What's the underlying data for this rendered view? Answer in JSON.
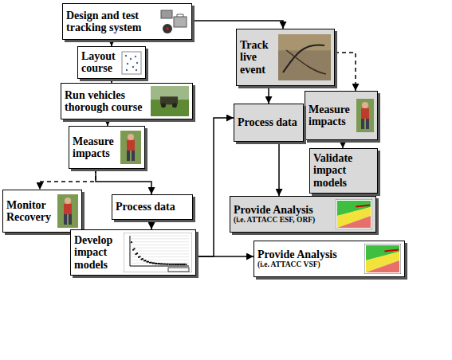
{
  "diagram": {
    "nodes": [
      {
        "text": [
          "Design and test tracking system"
        ]
      },
      {
        "text": [
          "Layout course"
        ]
      },
      {
        "text": [
          "Run vehicles thorough course"
        ]
      },
      {
        "text": [
          "Measure impacts"
        ]
      },
      {
        "text": [
          "Monitor Recovery"
        ]
      },
      {
        "text": [
          "Process data"
        ]
      },
      {
        "text": [
          "Develop impact models"
        ]
      },
      {
        "text": [
          "Track live event"
        ]
      },
      {
        "text": [
          "Measure impacts"
        ]
      },
      {
        "text": [
          "Validate impact models"
        ]
      },
      {
        "text": [
          "Process data"
        ]
      },
      {
        "text": [
          "Provide Analysis",
          "(i.e. ATTACC ESF, ORF)"
        ]
      },
      {
        "text": [
          "Provide Analysis",
          "(i.e. ATTACC VSF)"
        ]
      }
    ],
    "edges": [
      {
        "from": 0,
        "to": 1,
        "arrow": "to"
      },
      {
        "from": 0,
        "to": 7,
        "arrow": "to"
      },
      {
        "from": 1,
        "to": 2,
        "arrow": "to"
      },
      {
        "from": 2,
        "to": 3,
        "arrow": "to"
      },
      {
        "from": 3,
        "to": 4,
        "arrow": "to"
      },
      {
        "from": 3,
        "to": 5,
        "arrow": "to"
      },
      {
        "from": 5,
        "to": 6,
        "arrow": "to"
      },
      {
        "from": 6,
        "to": 10,
        "arrow": "to"
      },
      {
        "from": 6,
        "to": 12,
        "arrow": "to"
      },
      {
        "from": 7,
        "to": 10,
        "arrow": "to"
      },
      {
        "from": 7,
        "to": 8,
        "arrow": "to"
      },
      {
        "from": 8,
        "to": 9,
        "arrow": "to"
      },
      {
        "from": 10,
        "to": 11,
        "arrow": "to"
      }
    ]
  }
}
